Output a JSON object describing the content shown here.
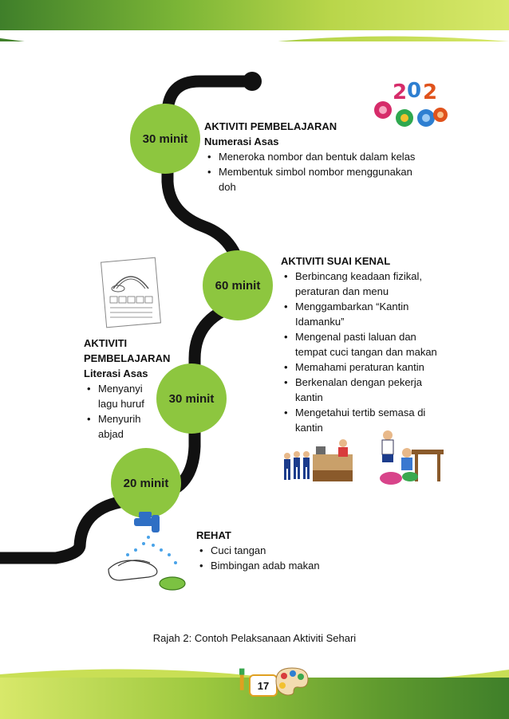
{
  "timeline": [
    {
      "duration": "30 minit"
    },
    {
      "duration": "60 minit"
    },
    {
      "duration": "30 minit"
    },
    {
      "duration": "20 minit"
    }
  ],
  "activity1": {
    "title": "AKTIVITI PEMBELAJARAN",
    "subtitle": "Numerasi Asas",
    "items": [
      "Meneroka nombor dan bentuk dalam kelas",
      "Membentuk  simbol nombor menggunakan",
      "doh"
    ]
  },
  "activity2": {
    "title": "AKTIVITI SUAI KENAL",
    "items": [
      [
        "Berbincang keadaan fizikal,",
        "peraturan dan menu"
      ],
      [
        "Menggambarkan “Kantin",
        "Idamanku”"
      ],
      [
        "Mengenal pasti laluan dan",
        "tempat cuci tangan dan makan"
      ],
      [
        "Memahami  peraturan  kantin"
      ],
      [
        "Berkenalan dengan  pekerja",
        "kantin"
      ],
      [
        "Mengetahui tertib semasa di",
        "kantin"
      ]
    ]
  },
  "activity3": {
    "title_line1": "AKTIVITI",
    "title_line2": "PEMBELAJARAN",
    "subtitle": "Literasi Asas",
    "items": [
      [
        "Menyanyi",
        "lagu huruf"
      ],
      [
        "Menyurih",
        "abjad"
      ]
    ]
  },
  "activity4": {
    "title": "REHAT",
    "items": [
      "Cuci tangan",
      "Bimbingan adab makan"
    ]
  },
  "caption": "Rajah 2: Contoh Pelaksanaan Aktiviti Sehari",
  "page_number": "17"
}
